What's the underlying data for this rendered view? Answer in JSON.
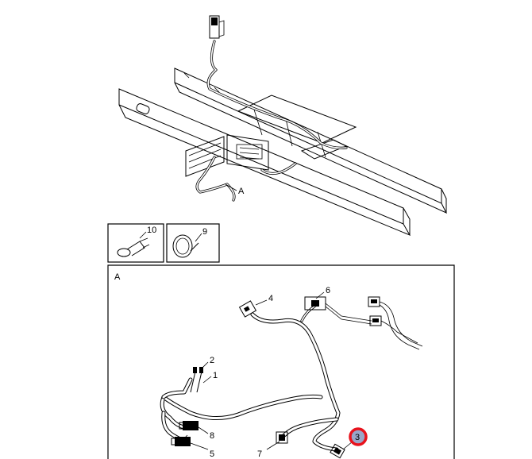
{
  "overview": {
    "callout_a": "A"
  },
  "part_boxes": {
    "left_label": "10",
    "right_label": "9"
  },
  "detail": {
    "title": "A",
    "callouts": {
      "c1": "1",
      "c2": "2",
      "c3": "3",
      "c4": "4",
      "c5": "5",
      "c6": "6",
      "c7": "7",
      "c8": "8"
    }
  },
  "highlight": {
    "color": "#e8121c",
    "fill": "#9aa6c8"
  }
}
